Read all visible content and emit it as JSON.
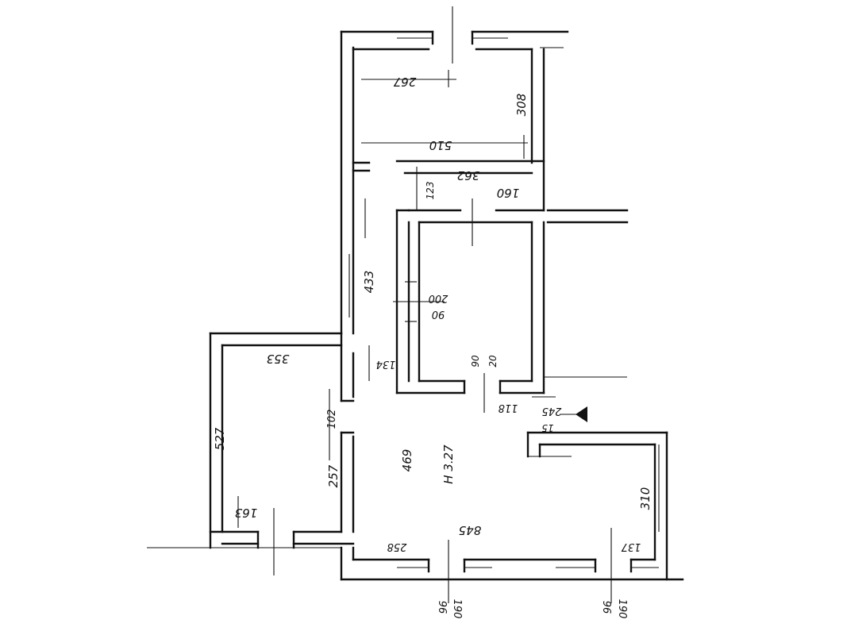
{
  "plan": {
    "dimensions": {
      "room_top_width": "267",
      "room_top_height": "308",
      "room_top_full_width": "510",
      "corridor_width": "362",
      "step_123": "123",
      "step_160": "160",
      "wall_433": "433",
      "core_200": "200",
      "core_90": "90",
      "door_90": "90",
      "door_20": "20",
      "step_134": "134",
      "left_room_width": "353",
      "left_room_height": "527",
      "opening_102": "102",
      "wall_257": "257",
      "left_bottom_163": "163",
      "main_depth": "469",
      "main_height": "H 3.27",
      "main_width": "845",
      "right_height": "310",
      "bottom_258": "258",
      "right_137": "137",
      "entry_245": "245",
      "entry_15": "15",
      "entry_118": "118",
      "win1_96": "96",
      "win1_190": "190",
      "win2_96": "96",
      "win2_190": "190"
    }
  }
}
